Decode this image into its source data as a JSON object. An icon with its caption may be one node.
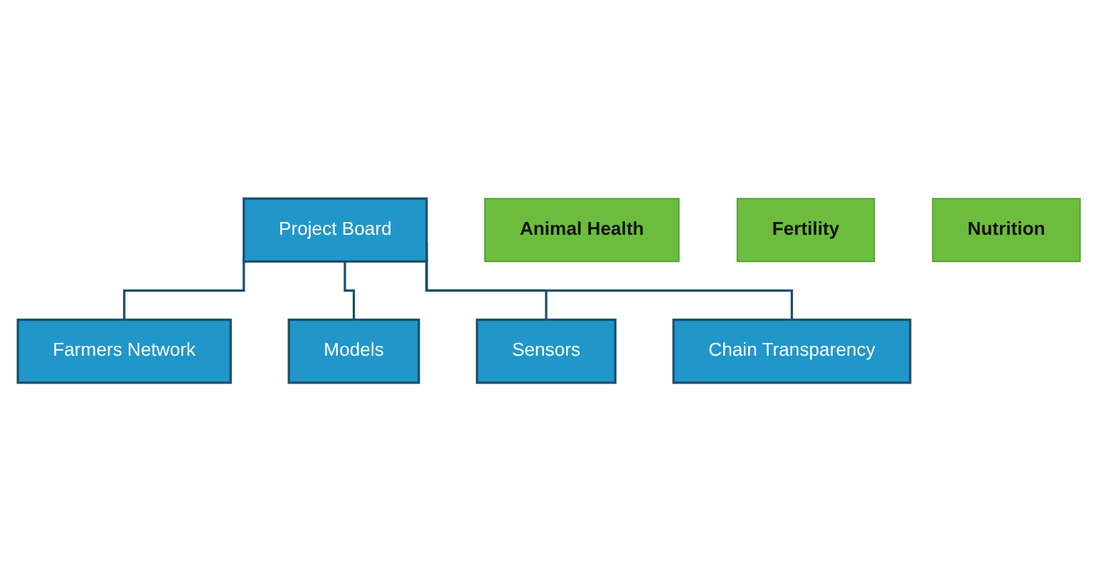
{
  "diagram": {
    "nodes": [
      {
        "text": [
          "Project Board"
        ]
      },
      {
        "text": [
          "Farmers Network"
        ]
      },
      {
        "text": [
          "Models"
        ]
      },
      {
        "text": [
          "Sensors"
        ]
      },
      {
        "text": [
          "Chain Transparency"
        ]
      },
      {
        "text": [
          "Animal Health"
        ]
      },
      {
        "text": [
          "Fertility"
        ]
      },
      {
        "text": [
          "Nutrition"
        ]
      }
    ],
    "edges": [
      {
        "from": 0,
        "to": 1,
        "arrow": "none"
      },
      {
        "from": 0,
        "to": 2,
        "arrow": "none"
      },
      {
        "from": 0,
        "to": 3,
        "arrow": "none"
      },
      {
        "from": 0,
        "to": 4,
        "arrow": "none"
      }
    ]
  }
}
